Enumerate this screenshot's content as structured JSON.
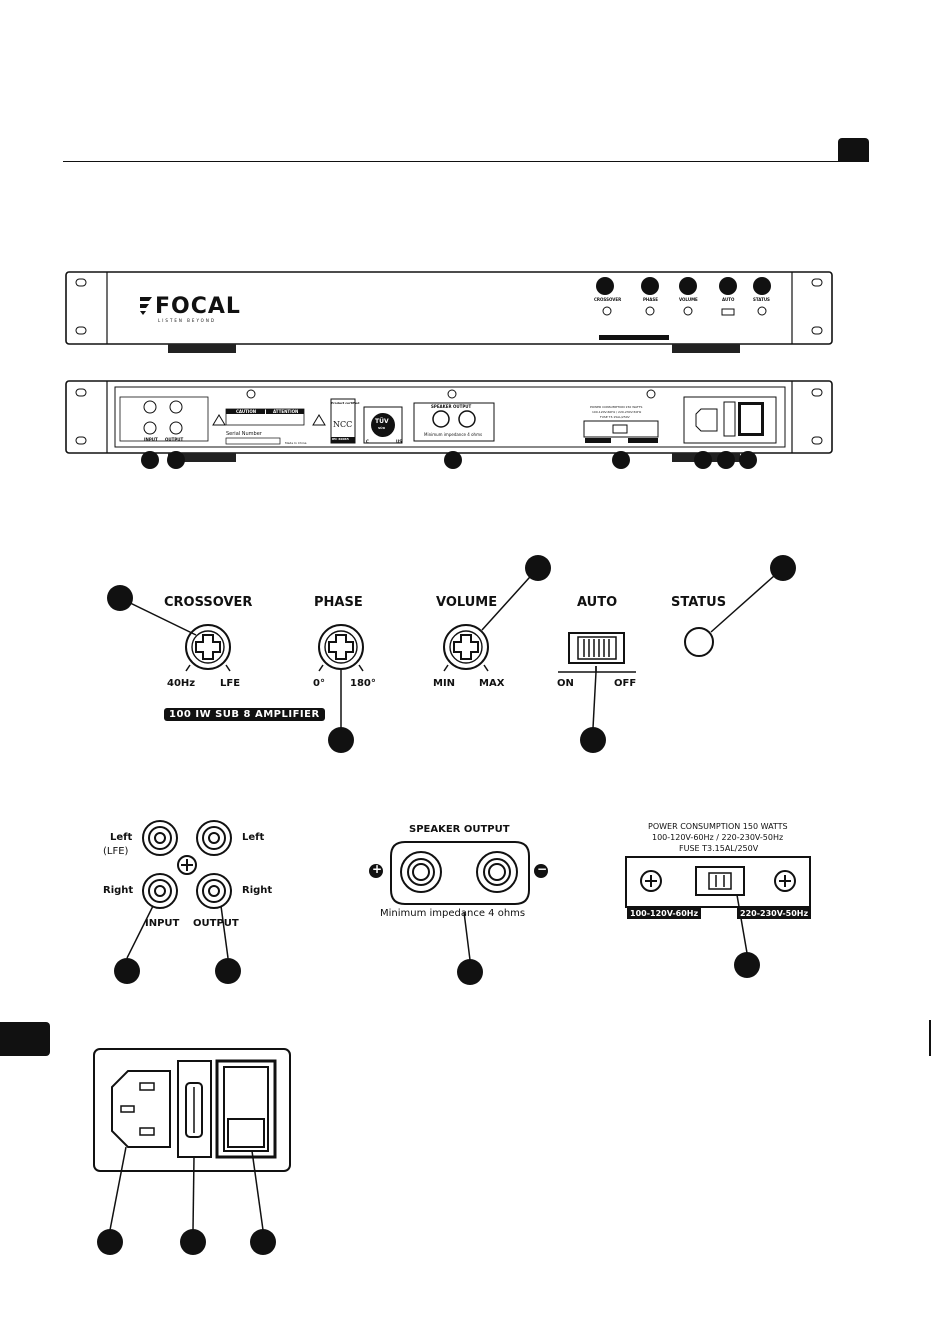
{
  "front_panel": {
    "brand": "FOCAL",
    "tagline": "LISTEN BEYOND",
    "controls": [
      "CROSSOVER",
      "PHASE",
      "VOLUME",
      "AUTO",
      "STATUS"
    ],
    "crossover_scale": [
      "40Hz",
      "LFE"
    ],
    "phase_scale": [
      "0°",
      "180°"
    ],
    "volume_scale": [
      "MIN",
      "MAX"
    ],
    "auto_scale": [
      "ON",
      "OFF"
    ],
    "model_badge": "100 IW SUB 8 AMPLIFIER"
  },
  "rear_panel": {
    "input_left": "Left",
    "input_left_sub": "(LFE)",
    "input_right": "Right",
    "output_left": "Left",
    "output_right": "Right",
    "input_label": "INPUT",
    "output_label": "OUTPUT",
    "warning_1": "CAUTION",
    "warning_2": "ATTENTION",
    "serial_label": "Serial Number",
    "made_in": "Made In China",
    "product_cert": "Product certified",
    "ncc": "NCC",
    "iec": "IEC 60065",
    "tuv": "TÜV",
    "tuv_sub": "SÜD",
    "c_label": "C",
    "us_label": "US",
    "speaker_output": "SPEAKER OUTPUT",
    "min_impedance": "Minimum impedance 4 ohms",
    "power_consumption": "POWER CONSUMPTION 150 WATTS",
    "voltage_line": "100-120V-60Hz / 220-230V-50Hz",
    "fuse": "FUSE T3.15AL/250V",
    "voltage_low": "100-120V-60Hz",
    "voltage_high": "220-230V-50Hz",
    "plus": "+",
    "minus": "−"
  }
}
